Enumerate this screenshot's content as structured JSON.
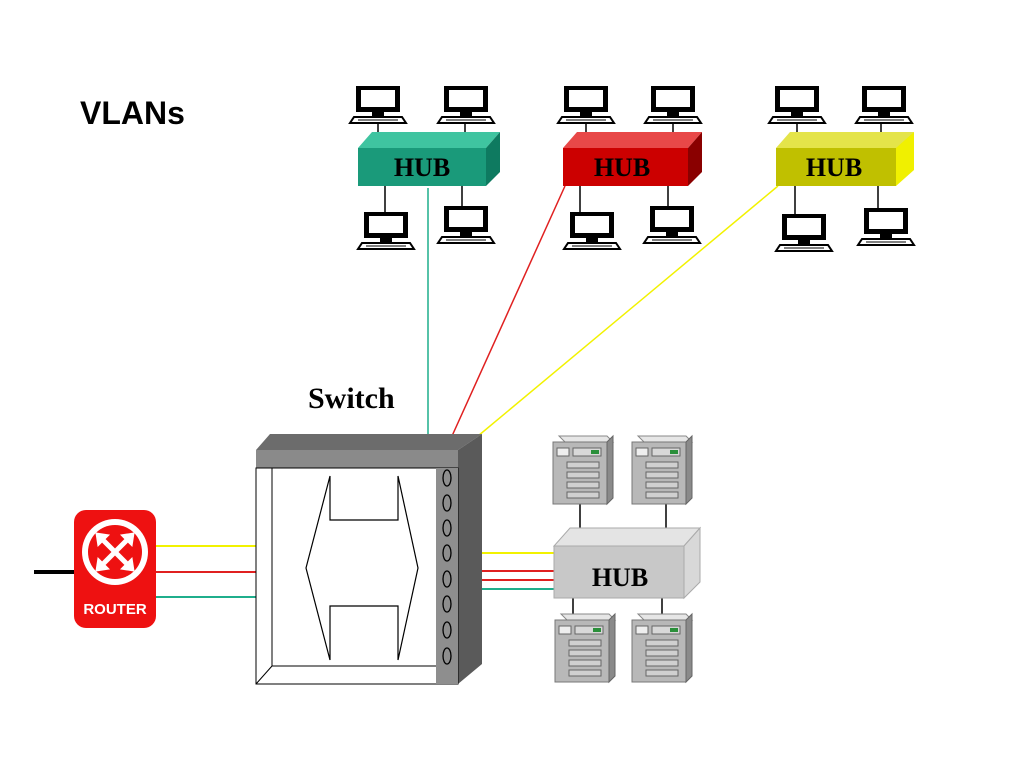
{
  "title": "VLANs",
  "switch_label": "Switch",
  "router_label": "ROUTER",
  "hubs": [
    {
      "id": "green",
      "label": "HUB",
      "color": "#1a9a7a"
    },
    {
      "id": "red",
      "label": "HUB",
      "color": "#cc0000"
    },
    {
      "id": "yellow",
      "label": "HUB",
      "color": "#c8c800"
    },
    {
      "id": "server",
      "label": "HUB",
      "color": "#c8c8c8"
    }
  ],
  "link_colors": {
    "green": "#1fae8c",
    "red": "#e02020",
    "yellow": "#f2f200"
  },
  "router_color": "#ee1111"
}
